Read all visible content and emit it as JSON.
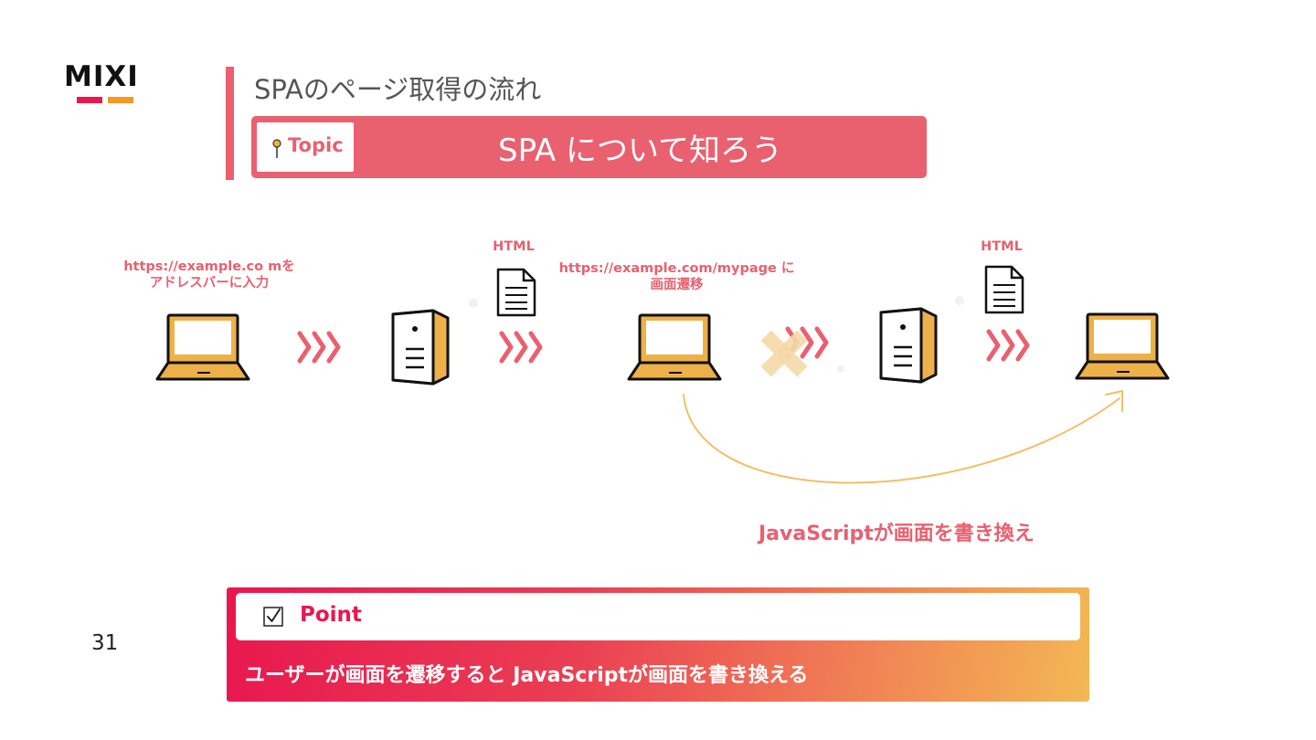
{
  "logo": {
    "text": "MIXI",
    "bar_colors": [
      "#e8174f",
      "#f39a25"
    ]
  },
  "header": {
    "section_title": "SPAのページ取得の流れ",
    "topic_label": "Topic",
    "topic_title": "SPA について知ろう"
  },
  "diagram": {
    "step1_label_line1": "https://example.co  mを",
    "step1_label_line2": "アドレスバーに入力",
    "html_label_1": "HTML",
    "step2_label_line1": "https://example.com/mypage  に",
    "step2_label_line2": "画面遷移",
    "html_label_2": "HTML",
    "js_caption": "JavaScriptが画面を書き換え",
    "icons": [
      "laptop-icon",
      "server-icon",
      "document-icon",
      "chevrons-icon",
      "cross-icon",
      "curved-arrow-icon"
    ]
  },
  "point": {
    "label": "Point",
    "text": "ユーザーが画面を遷移すると JavaScriptが画面を書き換える"
  },
  "page_number": "31",
  "colors": {
    "accent": "#e9606f",
    "laptop_fill": "#eeb14a",
    "arrow_line": "#f0c066",
    "cross": "#f4d9a8"
  }
}
